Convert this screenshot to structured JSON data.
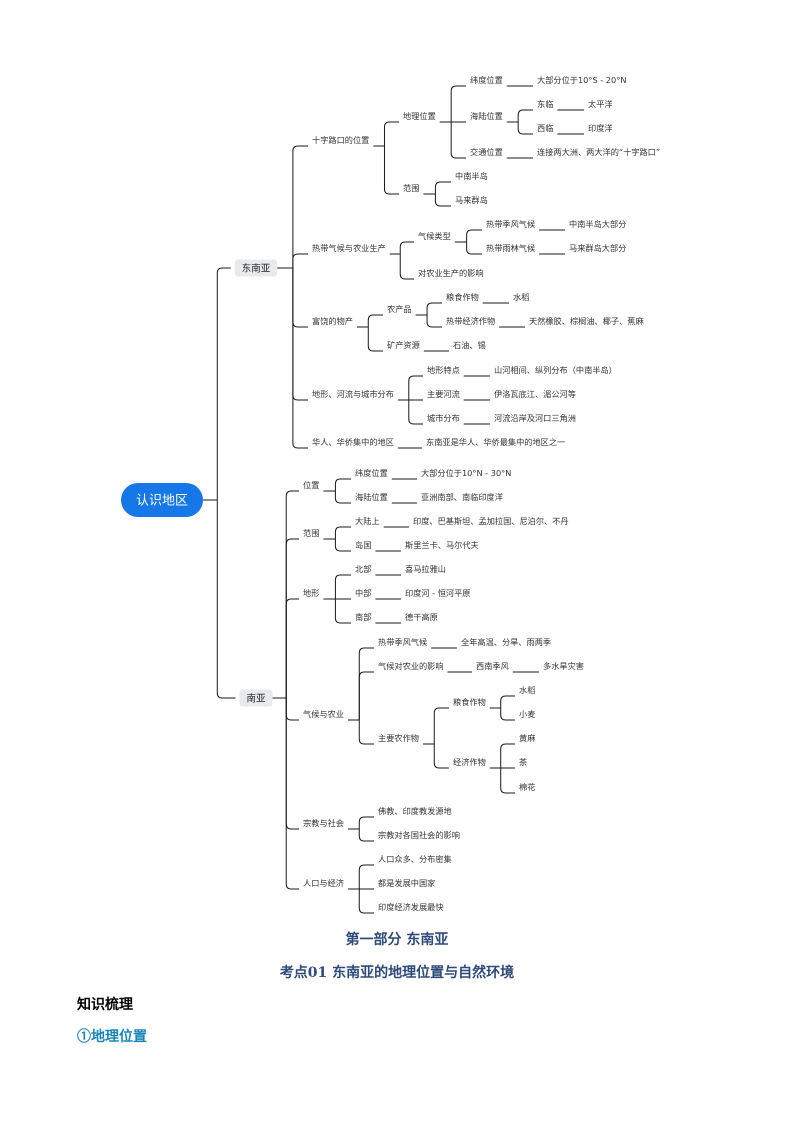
{
  "mindmap": {
    "root": "认识地区",
    "branches": [
      {
        "label": "东南亚",
        "children": [
          {
            "label": "十字路口的位置",
            "children": [
              {
                "label": "地理位置",
                "children": [
                  {
                    "label": "纬度位置",
                    "children": [
                      {
                        "label": "大部分位于10°S - 20°N"
                      }
                    ]
                  },
                  {
                    "label": "海陆位置",
                    "children": [
                      {
                        "label": "东临",
                        "children": [
                          {
                            "label": "太平洋"
                          }
                        ]
                      },
                      {
                        "label": "西临",
                        "children": [
                          {
                            "label": "印度洋"
                          }
                        ]
                      }
                    ]
                  },
                  {
                    "label": "交通位置",
                    "children": [
                      {
                        "label": "连接两大洲、两大洋的“十字路口”"
                      }
                    ]
                  }
                ]
              },
              {
                "label": "范围",
                "children": [
                  {
                    "label": "中南半岛"
                  },
                  {
                    "label": "马来群岛"
                  }
                ]
              }
            ]
          },
          {
            "label": "热带气候与农业生产",
            "children": [
              {
                "label": "气候类型",
                "children": [
                  {
                    "label": "热带季风气候",
                    "children": [
                      {
                        "label": "中南半岛大部分"
                      }
                    ]
                  },
                  {
                    "label": "热带雨林气候",
                    "children": [
                      {
                        "label": "马来群岛大部分"
                      }
                    ]
                  }
                ]
              },
              {
                "label": "对农业生产的影响"
              }
            ]
          },
          {
            "label": "富饶的物产",
            "children": [
              {
                "label": "农产品",
                "children": [
                  {
                    "label": "粮食作物",
                    "children": [
                      {
                        "label": "水稻"
                      }
                    ]
                  },
                  {
                    "label": "热带经济作物",
                    "children": [
                      {
                        "label": "天然橡胶、棕榈油、椰子、蕉麻"
                      }
                    ]
                  }
                ]
              },
              {
                "label": "矿产资源",
                "children": [
                  {
                    "label": "石油、锡"
                  }
                ]
              }
            ]
          },
          {
            "label": "地形、河流与城市分布",
            "children": [
              {
                "label": "地形特点",
                "children": [
                  {
                    "label": "山河相间、纵列分布（中南半岛）"
                  }
                ]
              },
              {
                "label": "主要河流",
                "children": [
                  {
                    "label": "伊洛瓦底江、湄公河等"
                  }
                ]
              },
              {
                "label": "城市分布",
                "children": [
                  {
                    "label": "河流沿岸及河口三角洲"
                  }
                ]
              }
            ]
          },
          {
            "label": "华人、华侨集中的地区",
            "children": [
              {
                "label": "东南亚是华人、华侨最集中的地区之一"
              }
            ]
          }
        ]
      },
      {
        "label": "南亚",
        "children": [
          {
            "label": "位置",
            "children": [
              {
                "label": "纬度位置",
                "children": [
                  {
                    "label": "大部分位于10°N - 30°N"
                  }
                ]
              },
              {
                "label": "海陆位置",
                "children": [
                  {
                    "label": "亚洲南部、南临印度洋"
                  }
                ]
              }
            ]
          },
          {
            "label": "范围",
            "children": [
              {
                "label": "大陆上",
                "children": [
                  {
                    "label": "印度、巴基斯坦、孟加拉国、尼泊尔、不丹"
                  }
                ]
              },
              {
                "label": "岛国",
                "children": [
                  {
                    "label": "斯里兰卡、马尔代夫"
                  }
                ]
              }
            ]
          },
          {
            "label": "地形",
            "children": [
              {
                "label": "北部",
                "children": [
                  {
                    "label": "喜马拉雅山"
                  }
                ]
              },
              {
                "label": "中部",
                "children": [
                  {
                    "label": "印度河 - 恒河平原"
                  }
                ]
              },
              {
                "label": "南部",
                "children": [
                  {
                    "label": "德干高原"
                  }
                ]
              }
            ]
          },
          {
            "label": "气候与农业",
            "children": [
              {
                "label": "热带季风气候",
                "children": [
                  {
                    "label": "全年高温、分旱、雨两季"
                  }
                ]
              },
              {
                "label": "气候对农业的影响",
                "children": [
                  {
                    "label": "西南季风",
                    "children": [
                      {
                        "label": "多水旱灾害"
                      }
                    ]
                  }
                ]
              },
              {
                "label": "主要农作物",
                "children": [
                  {
                    "label": "粮食作物",
                    "children": [
                      {
                        "label": "水稻"
                      },
                      {
                        "label": "小麦"
                      }
                    ]
                  },
                  {
                    "label": "经济作物",
                    "children": [
                      {
                        "label": "黄麻"
                      },
                      {
                        "label": "茶"
                      },
                      {
                        "label": "棉花"
                      }
                    ]
                  }
                ]
              }
            ]
          },
          {
            "label": "宗教与社会",
            "children": [
              {
                "label": "佛教、印度教发源地"
              },
              {
                "label": "宗教对各国社会的影响"
              }
            ]
          },
          {
            "label": "人口与经济",
            "children": [
              {
                "label": "人口众多、分布密集"
              },
              {
                "label": "都是发展中国家"
              },
              {
                "label": "印度经济发展最快"
              }
            ]
          }
        ]
      }
    ]
  },
  "text": {
    "part_title": "第一部分  东南亚",
    "topic_title": "考点01  东南亚的地理位置与自然环境",
    "section_label": "知识梳理",
    "subsection_label": "①地理位置"
  },
  "colors": {
    "root_fill": "#1677e8",
    "branch_fill": "#e8ebee",
    "line": "#1a1a1a",
    "heading": "#2d4a7a",
    "subsection": "#1a86b8"
  }
}
